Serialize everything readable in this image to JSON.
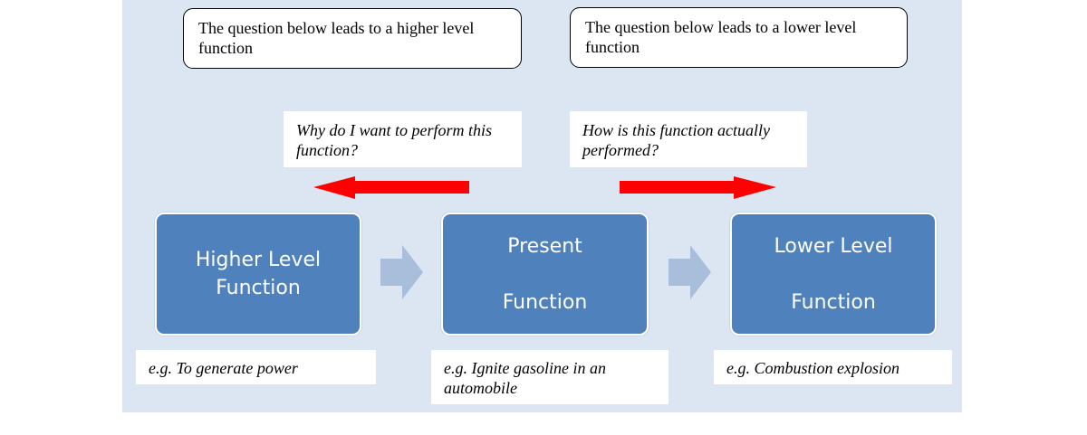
{
  "callouts": {
    "higher": "The question below leads to a higher level function",
    "lower": "The question below leads to a lower level function"
  },
  "questions": {
    "why": "Why do I want to perform this function?",
    "how": "How is this function actually performed?"
  },
  "functions": {
    "higher": "Higher Level\nFunction",
    "present": "Present\n\nFunction",
    "lower": "Lower Level\n\nFunction"
  },
  "examples": {
    "higher": "e.g. To generate power",
    "present": "e.g. Ignite gasoline in an automobile",
    "lower": "e.g. Combustion explosion"
  },
  "colors": {
    "background": "#dce6f2",
    "box_fill": "#4f81bd",
    "red_arrow": "#ff0000",
    "chevron": "#a9bedb"
  }
}
